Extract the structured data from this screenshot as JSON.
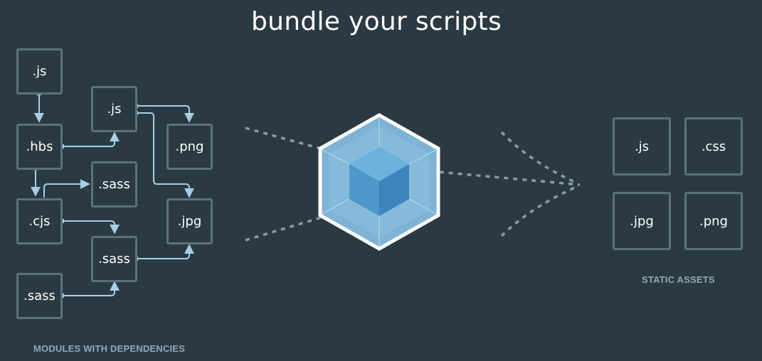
{
  "title": "bundle your scripts",
  "colors": {
    "background": "#2b3a42",
    "box_border": "#5b717e",
    "arrow": "#a6cfe6",
    "dots": "#8a9ba5",
    "cube_light": "#8ed6fb",
    "cube_dark": "#1c78c0",
    "caption": "#8fa8bb"
  },
  "modules": {
    "caption": "MODULES WITH DEPENDENCIES",
    "items": [
      {
        "id": "m-js-1",
        "label": ".js"
      },
      {
        "id": "m-js-2",
        "label": ".js"
      },
      {
        "id": "m-hbs",
        "label": ".hbs"
      },
      {
        "id": "m-png",
        "label": ".png"
      },
      {
        "id": "m-sass-1",
        "label": ".sass"
      },
      {
        "id": "m-cjs",
        "label": ".cjs"
      },
      {
        "id": "m-jpg",
        "label": ".jpg"
      },
      {
        "id": "m-sass-2",
        "label": ".sass"
      },
      {
        "id": "m-sass-3",
        "label": ".sass"
      }
    ]
  },
  "assets": {
    "caption": "STATIC ASSETS",
    "items": [
      {
        "id": "a-js",
        "label": ".js"
      },
      {
        "id": "a-css",
        "label": ".css"
      },
      {
        "id": "a-jpg",
        "label": ".jpg"
      },
      {
        "id": "a-png",
        "label": ".png"
      }
    ]
  },
  "logo_icon": "webpack-cube-icon"
}
